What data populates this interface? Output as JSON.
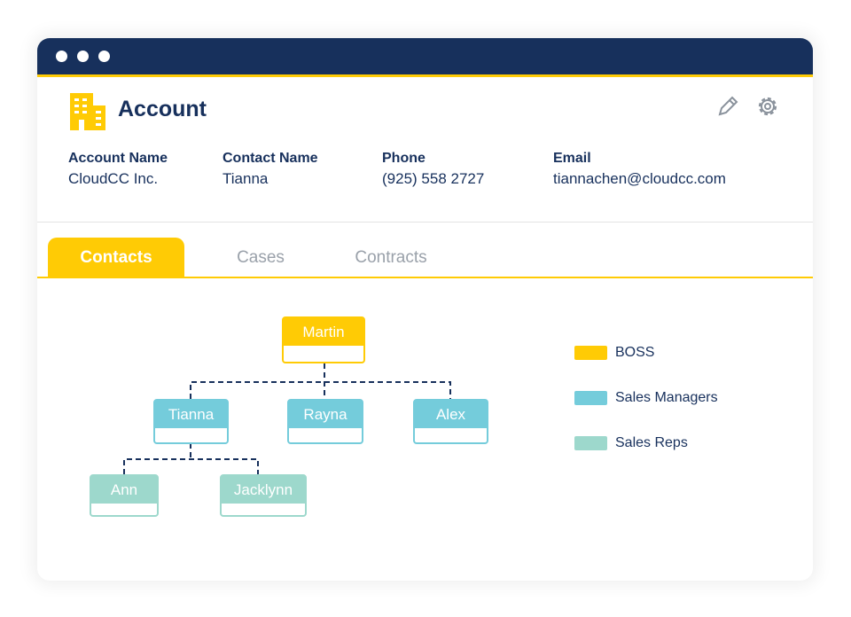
{
  "header": {
    "title": "Account",
    "icons": [
      "building-icon",
      "pencil-icon",
      "gear-icon"
    ]
  },
  "fields": [
    {
      "label": "Account Name",
      "value": "CloudCC Inc."
    },
    {
      "label": "Contact Name",
      "value": "Tianna"
    },
    {
      "label": "Phone",
      "value": "(925) 558 2727"
    },
    {
      "label": "Email",
      "value": "tiannachen@cloudcc.com"
    }
  ],
  "tabs": [
    {
      "label": "Contacts",
      "active": true
    },
    {
      "label": "Cases"
    },
    {
      "label": "Contracts"
    }
  ],
  "org": {
    "boss": "Martin",
    "managers": [
      "Tianna",
      "Rayna",
      "Alex"
    ],
    "reps": [
      "Ann",
      "Jacklynn"
    ]
  },
  "legend": [
    {
      "label": "BOSS",
      "color": "#ffcb05"
    },
    {
      "label": "Sales Managers",
      "color": "#74ccdb"
    },
    {
      "label": "Sales Reps",
      "color": "#9dd8cc"
    }
  ],
  "colors": {
    "navy": "#17305c",
    "yellow": "#ffcb05"
  }
}
